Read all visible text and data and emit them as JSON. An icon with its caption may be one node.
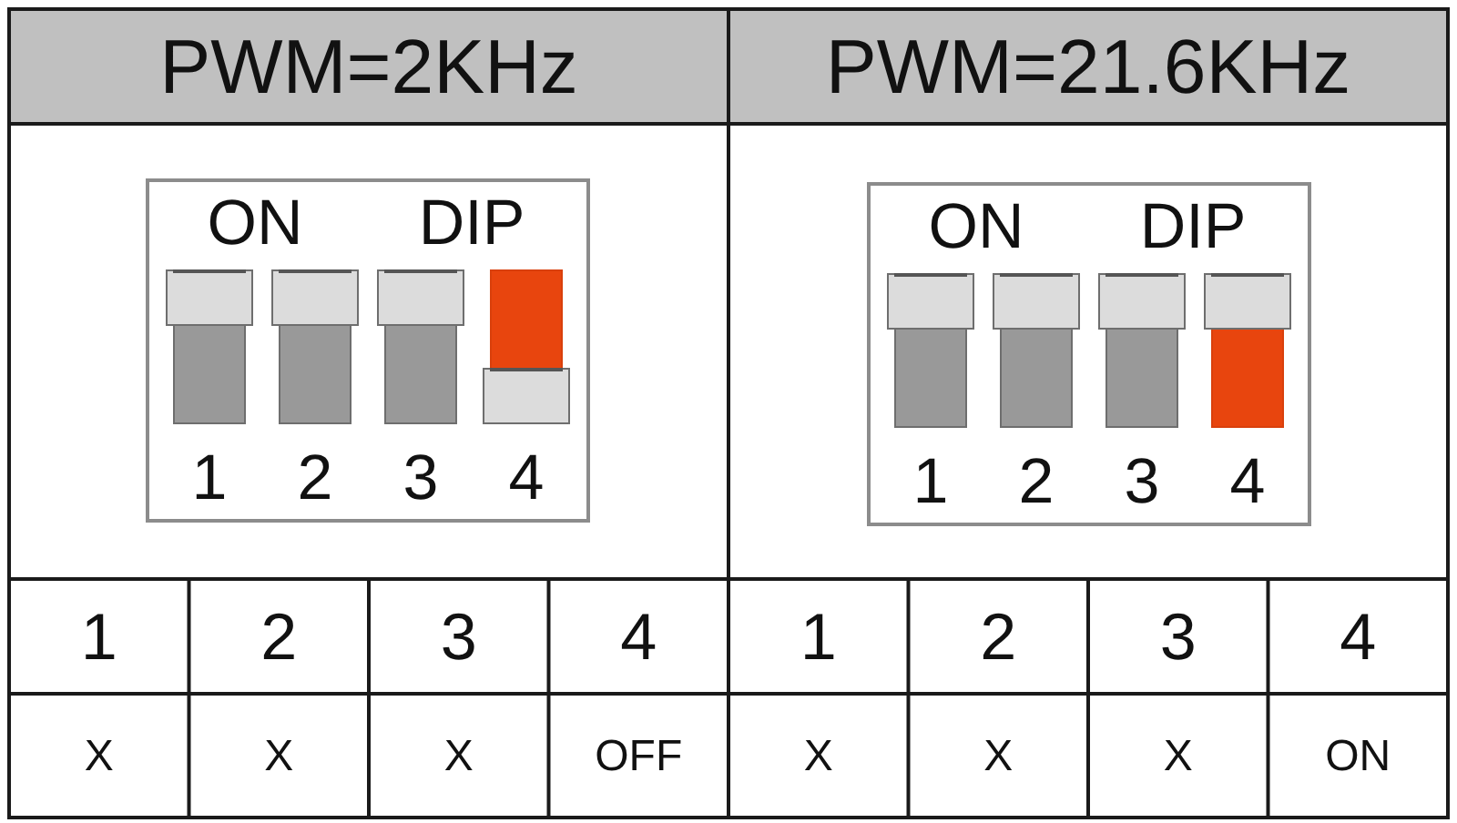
{
  "diagram": {
    "labels": [
      "PWM=2KHz",
      "PWM=21.6KHz",
      "ON",
      "DIP",
      "1",
      "2",
      "3",
      "4",
      "ON",
      "DIP",
      "1",
      "2",
      "3",
      "4",
      "1",
      "2",
      "3",
      "4",
      "1",
      "2",
      "3",
      "4",
      "X",
      "X",
      "X",
      "OFF",
      "X",
      "X",
      "X",
      "ON"
    ]
  }
}
